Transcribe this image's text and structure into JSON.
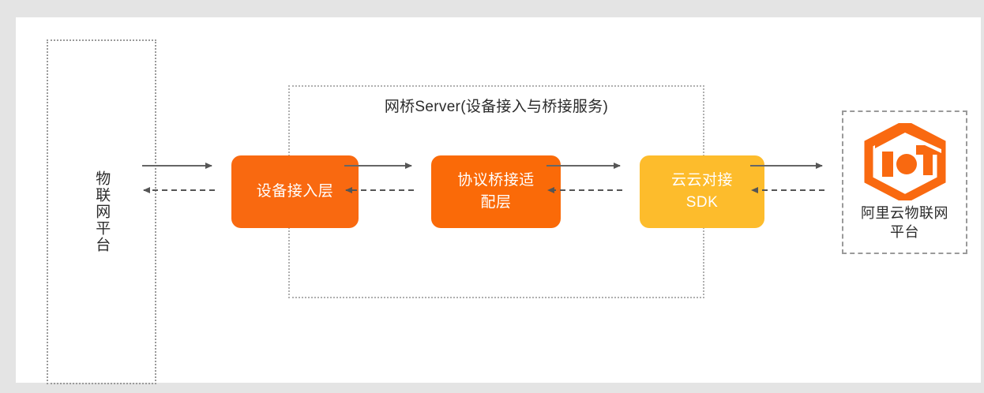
{
  "diagram": {
    "title_group": "网桥Server(设备接入与桥接服务)",
    "left_endpoint": {
      "label": "物联网平台",
      "border_style": "dotted"
    },
    "right_endpoint": {
      "label_line1": "阿里云物联网",
      "label_line2": "平台",
      "logo": "iot-hexagon-logo",
      "logo_color": "#f96910",
      "border_style": "dashed"
    },
    "nodes": [
      {
        "id": "device-access-layer",
        "label": "设备接入层",
        "color": "#f96910"
      },
      {
        "id": "protocol-bridge-adaptation-layer",
        "label": "协议桥接适\n配层",
        "color": "#fa6a08"
      },
      {
        "id": "cloud-to-cloud-sdk",
        "label": "云云对接\nSDK",
        "color": "#fdbc2c"
      }
    ],
    "connectors": [
      {
        "id": "iot-to-device-access",
        "direction": "right",
        "style": "solid"
      },
      {
        "id": "device-access-to-iot",
        "direction": "left",
        "style": "dashed"
      },
      {
        "id": "device-access-to-bridge",
        "direction": "right",
        "style": "solid"
      },
      {
        "id": "bridge-to-device-access",
        "direction": "left",
        "style": "dashed"
      },
      {
        "id": "bridge-to-sdk",
        "direction": "right",
        "style": "solid"
      },
      {
        "id": "sdk-to-bridge",
        "direction": "left",
        "style": "dashed"
      },
      {
        "id": "sdk-to-aliyun",
        "direction": "right",
        "style": "solid"
      },
      {
        "id": "aliyun-to-sdk",
        "direction": "left",
        "style": "dashed"
      }
    ],
    "colors": {
      "canvas_background": "#e4e4e4",
      "panel_background": "#ffffff",
      "line": "#666666",
      "border_dotted": "#9a9a9a",
      "text": "#2b2b2b"
    }
  }
}
